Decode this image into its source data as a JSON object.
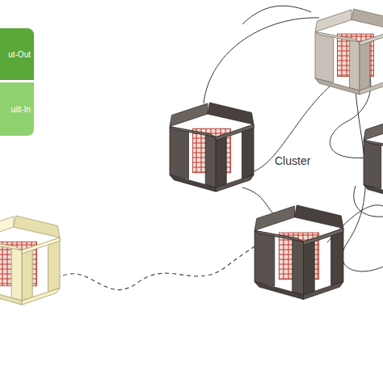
{
  "diagram": {
    "nodes": [
      {
        "text": [
          "ut-Out"
        ]
      },
      {
        "text": [
          "uilt-In"
        ]
      }
    ],
    "labels": [
      "Cluster"
    ]
  }
}
